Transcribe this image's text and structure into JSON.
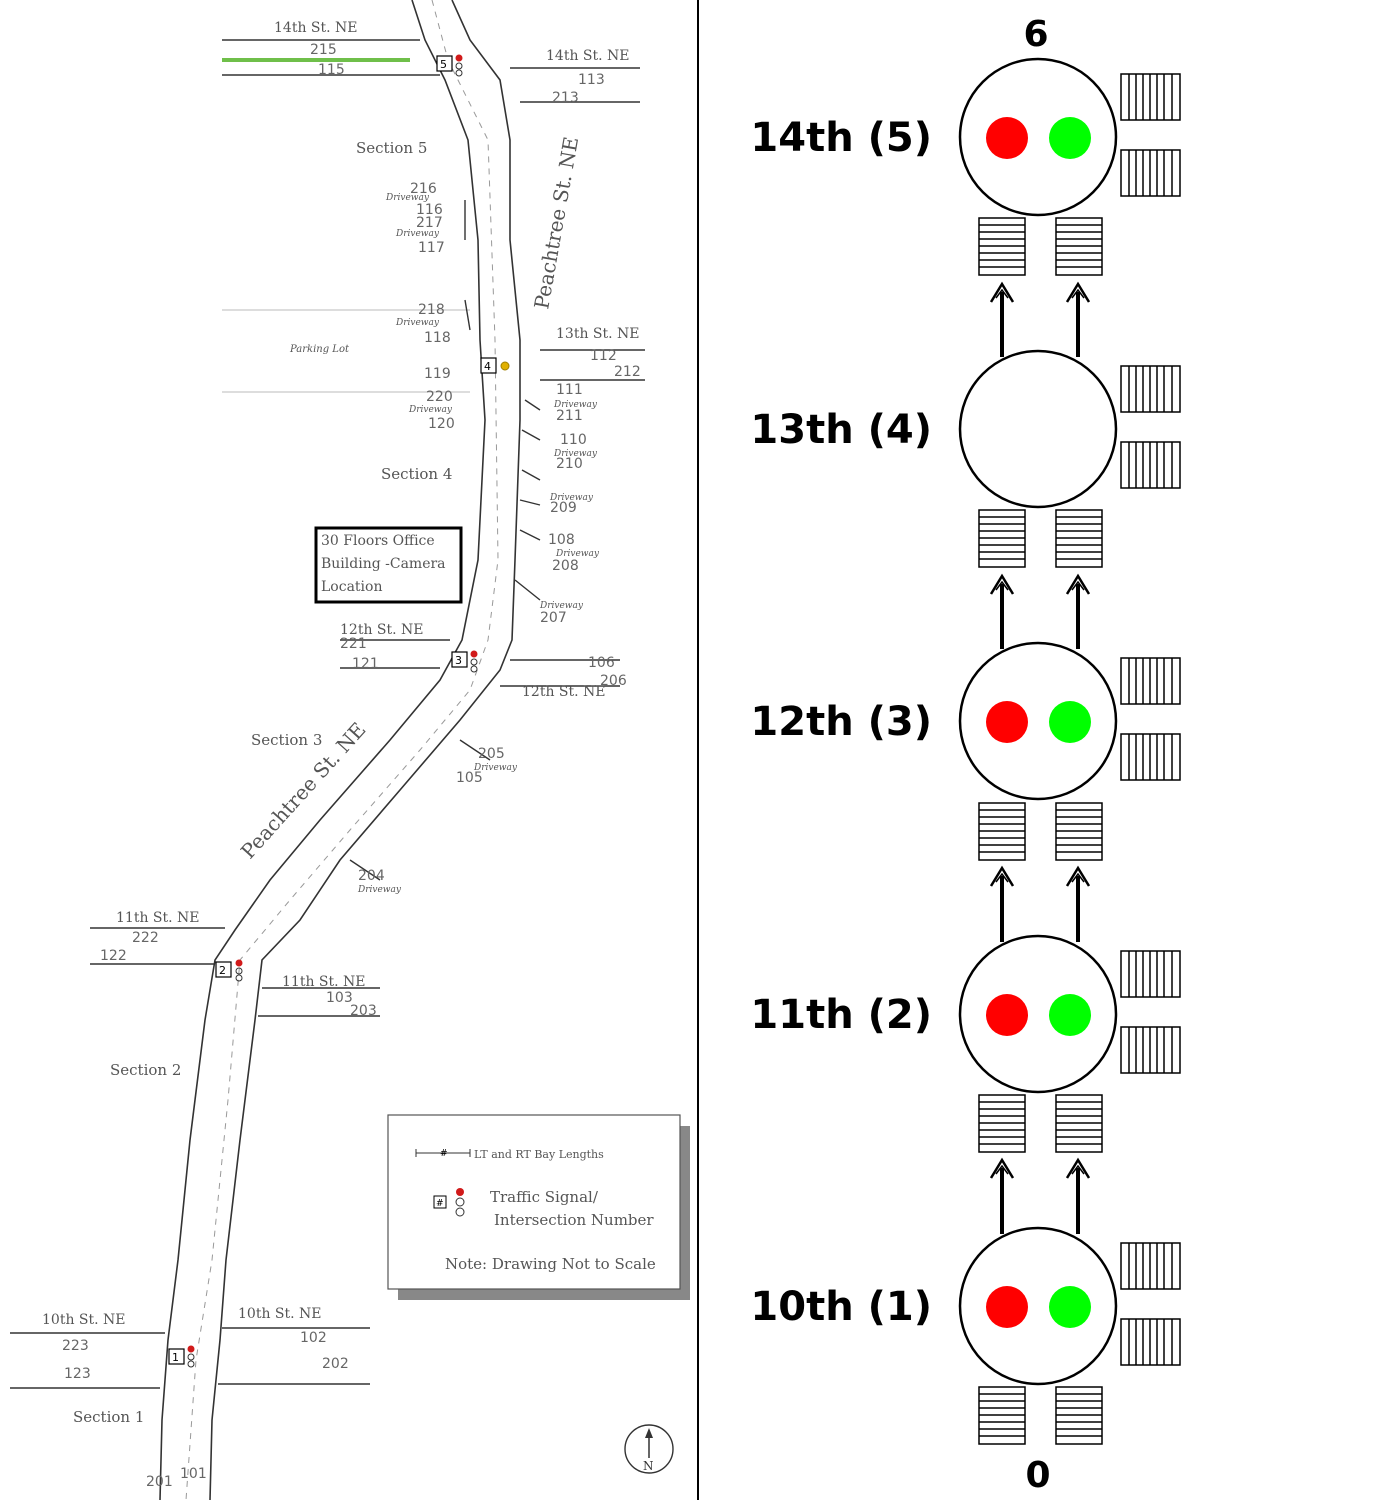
{
  "map": {
    "street_labels": [
      "14th St. NE",
      "14th St. NE",
      "13th St. NE",
      "12th St. NE",
      "12th St. NE",
      "11th St. NE",
      "11th St. NE",
      "10th St. NE",
      "10th St. NE"
    ],
    "peachtree_labels": [
      "Peachtree St. NE",
      "Peachtree St. NE"
    ],
    "section_labels": [
      "Section 5",
      "Section 4",
      "Section 3",
      "Section 2",
      "Section 1"
    ],
    "parking_label": "Parking Lot",
    "camera_box": [
      "30 Floors Office",
      "Building -Camera",
      "Location"
    ],
    "link_numbers": [
      "215",
      "115",
      "113",
      "213",
      "216",
      "116",
      "217",
      "117",
      "218",
      "118",
      "119",
      "112",
      "212",
      "220",
      "120",
      "111",
      "211",
      "110",
      "210",
      "209",
      "108",
      "208",
      "207",
      "221",
      "121",
      "106",
      "206",
      "205",
      "105",
      "204",
      "222",
      "122",
      "103",
      "203",
      "223",
      "123",
      "102",
      "202",
      "201",
      "101"
    ],
    "driveway_label": "Driveway",
    "intersection_numbers": [
      "5",
      "4",
      "3",
      "2",
      "1"
    ],
    "legend": {
      "bay_label": "LT and RT Bay Lengths",
      "signal_label_1": "Traffic Signal/",
      "signal_label_2": "Intersection Number",
      "note": "Note: Drawing Not to Scale",
      "signal_symbol": "#"
    },
    "north_label": "N",
    "colors": {
      "signal_red": "#d11a1a",
      "signal_yellow": "#e0b000",
      "median_green": "#6fbf4a"
    }
  },
  "schematic": {
    "top_label": "6",
    "bottom_label": "0",
    "nodes": [
      {
        "label": "14th (5)",
        "signals": true
      },
      {
        "label": "13th (4)",
        "signals": false
      },
      {
        "label": "12th (3)",
        "signals": true
      },
      {
        "label": "11th (2)",
        "signals": true
      },
      {
        "label": "10th (1)",
        "signals": true
      }
    ],
    "colors": {
      "red_light": "#ff0000",
      "green_light": "#00ff00"
    }
  }
}
